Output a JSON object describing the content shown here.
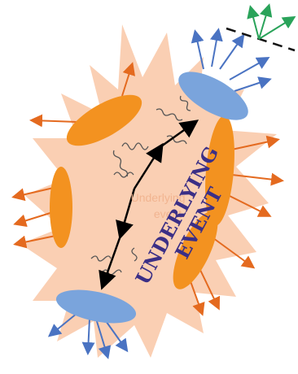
{
  "diagram": {
    "main_label": [
      "UNDERLYING",
      "EVENT"
    ],
    "faint_label": [
      "Underlying",
      "event"
    ],
    "colors": {
      "burst": "#f9c7a6",
      "jet_blob": "#f39220",
      "beam_blob": "#7aa4dc",
      "orange_arrow": "#e46a1f",
      "blue_arrow": "#4a73c2",
      "green_arrow": "#2aa35a",
      "parton_arrow": "#000000",
      "main_label": "#3b2f86",
      "faint_label": "#f0b08a"
    }
  }
}
